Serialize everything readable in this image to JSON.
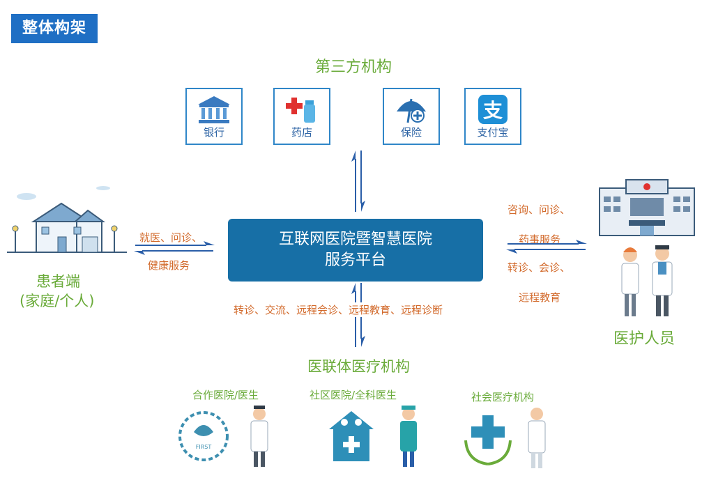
{
  "title": "整体构架",
  "third_party": {
    "heading": "第三方机构",
    "items": [
      {
        "label": "银行",
        "icon": "bank-icon"
      },
      {
        "label": "药店",
        "icon": "pharmacy-icon"
      },
      {
        "label": "保险",
        "icon": "insurance-umbrella-icon"
      },
      {
        "label": "支付宝",
        "icon": "alipay-icon"
      }
    ]
  },
  "center": {
    "line1": "互联网医院暨智慧医院",
    "line2": "服务平台"
  },
  "patient": {
    "label1": "患者端",
    "label2": "(家庭/个人)",
    "arrow_top": "就医、问诊、",
    "arrow_bottom": "健康服务"
  },
  "staff": {
    "label": "医护人员",
    "line1": "咨询、问诊、",
    "line2": "药事服务",
    "line3": "转诊、会诊、",
    "line4": "远程教育"
  },
  "alliance": {
    "flow_text": "转诊、交流、远程会诊、远程教育、远程诊断",
    "heading": "医联体医疗机构",
    "items": [
      {
        "label": "合作医院/医生"
      },
      {
        "label": "社区医院/全科医生"
      },
      {
        "label": "社会医疗机构"
      }
    ]
  },
  "colors": {
    "blue": "#176fa6",
    "green": "#6aab3a",
    "orange": "#d2692a",
    "badge": "#1f6fc4"
  }
}
